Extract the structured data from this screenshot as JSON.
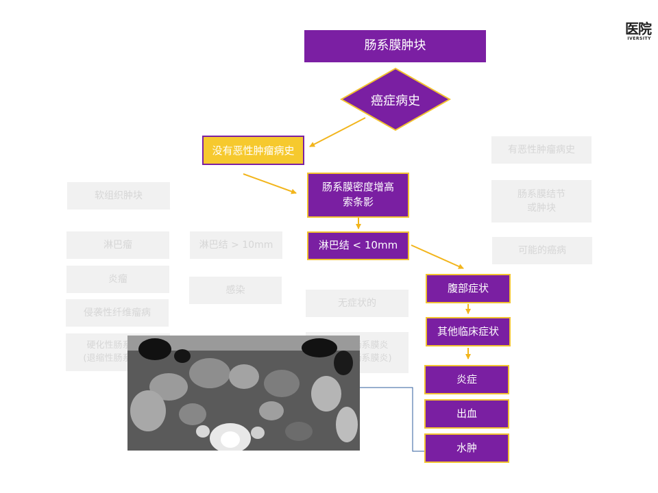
{
  "logo": {
    "glyph": "医院",
    "sub": "IVERSITY"
  },
  "title": "肠系膜肿块",
  "decision": "癌症病史",
  "left_branch": "没有恶性肿瘤病史",
  "middle_nodes": {
    "density": "肠系膜密度增高\n索条影",
    "lymph": "淋巴结 < 10mm"
  },
  "right_nodes": {
    "abdominal": "腹部症状",
    "other_clinical": "其他临床症状",
    "inflammation": "炎症",
    "bleeding": "出血",
    "edema": "水肿"
  },
  "ghost": {
    "malignant_history": "有恶性肿瘤病史",
    "nodule": "肠系膜结节\n或肿块",
    "possible_cancer": "可能的癌病",
    "soft_tissue": "软组织肿块",
    "lymphoma": "淋巴瘤",
    "lymph_gt": "淋巴结 > 10mm",
    "inflam_tumor": "炎瘤",
    "infection": "感染",
    "asymptomatic": "无症状的",
    "fibroma": "侵袭性纤维瘤病",
    "sclerosing": "硬化性肠系膜炎\n(退缩性肠系膜炎)"
  },
  "colors": {
    "purple": "#7a1fa2",
    "gold": "#f2c230",
    "ghost": "#f1f1f1",
    "connector": "#2f5e9e"
  }
}
